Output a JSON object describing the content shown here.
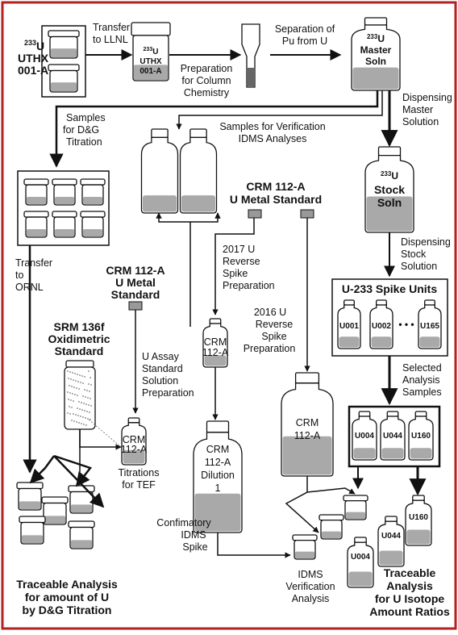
{
  "frame_color": "#b22222",
  "liquid_color": "#a9a9a9",
  "labels": {
    "source_iso": "233",
    "source_el": "U",
    "source_l2": "UTHX",
    "source_l3": "001-A",
    "transfer_llnl_1": "Transfer",
    "transfer_llnl_2": "to LLNL",
    "jar_iso": "233",
    "jar_el": "U",
    "jar_l2": "UTHX",
    "jar_l3": "001-A",
    "prep_col_1": "Preparation",
    "prep_col_2": "for Column",
    "prep_col_3": "Chemistry",
    "sep_1": "Separation of",
    "sep_2": "Pu from U",
    "master_iso": "233",
    "master_el": "U",
    "master_l2": "Master",
    "master_l3": "Soln",
    "disp_master_1": "Dispensing",
    "disp_master_2": "Master",
    "disp_master_3": "Solution",
    "dg_samples_1": "Samples",
    "dg_samples_2": "for D&G",
    "dg_samples_3": "Titration",
    "verif_1": "Samples for Verification",
    "verif_2": "IDMS Analyses",
    "stock_iso": "233",
    "stock_el": "U",
    "stock_l2": "Stock",
    "stock_l3": "Soln",
    "crm_top_1": "CRM 112-A",
    "crm_top_2": "U Metal Standard",
    "disp_stock_1": "Dispensing",
    "disp_stock_2": "Stock",
    "disp_stock_3": "Solution",
    "transfer_ornl_1": "Transfer",
    "transfer_ornl_2": "to",
    "transfer_ornl_3": "ORNL",
    "crm_left_1": "CRM 112-A",
    "crm_left_2": "U Metal",
    "crm_left_3": "Standard",
    "rs2017_1": "2017 U",
    "rs2017_2": "Reverse",
    "rs2017_3": "Spike",
    "rs2017_4": "Preparation",
    "spike_units": "U-233 Spike Units",
    "u001": "U001",
    "u002": "U002",
    "dots": "• • •",
    "u165": "U165",
    "srm_1": "SRM 136f",
    "srm_2": "Oxidimetric",
    "srm_3": "Standard",
    "rs2016_1": "2016 U",
    "rs2016_2": "Reverse",
    "rs2016_3": "Spike",
    "rs2016_4": "Preparation",
    "crm_small_1": "CRM",
    "crm_small_2": "112-A",
    "assay_1": "U Assay",
    "assay_2": "Standard",
    "assay_3": "Solution",
    "assay_4": "Preparation",
    "sel_1": "Selected",
    "sel_2": "Analysis",
    "sel_3": "Samples",
    "crm_big_1": "CRM",
    "crm_big_2": "112-A",
    "crm_t_1": "CRM",
    "crm_t_2": "112-A",
    "titr_1": "Titrations",
    "titr_2": "for TEF",
    "dil_1": "CRM",
    "dil_2": "112-A",
    "dil_3": "Dilution",
    "dil_4": "1",
    "u004": "U004",
    "u044": "U044",
    "u160": "U160",
    "conf_1": "Confimatory",
    "conf_2": "IDMS",
    "conf_3": "Spike",
    "u160b": "U160",
    "u044b": "U044",
    "u004b": "U004",
    "idms_1": "IDMS",
    "idms_2": "Verification",
    "idms_3": "Analysis",
    "trace_dg_1": "Traceable Analysis",
    "trace_dg_2": "for amount of U",
    "trace_dg_3": "by D&G Titration",
    "trace_iso_1": "Traceable",
    "trace_iso_2": "Analysis",
    "trace_iso_3": "for U Isotope",
    "trace_iso_4": "Amount Ratios"
  }
}
